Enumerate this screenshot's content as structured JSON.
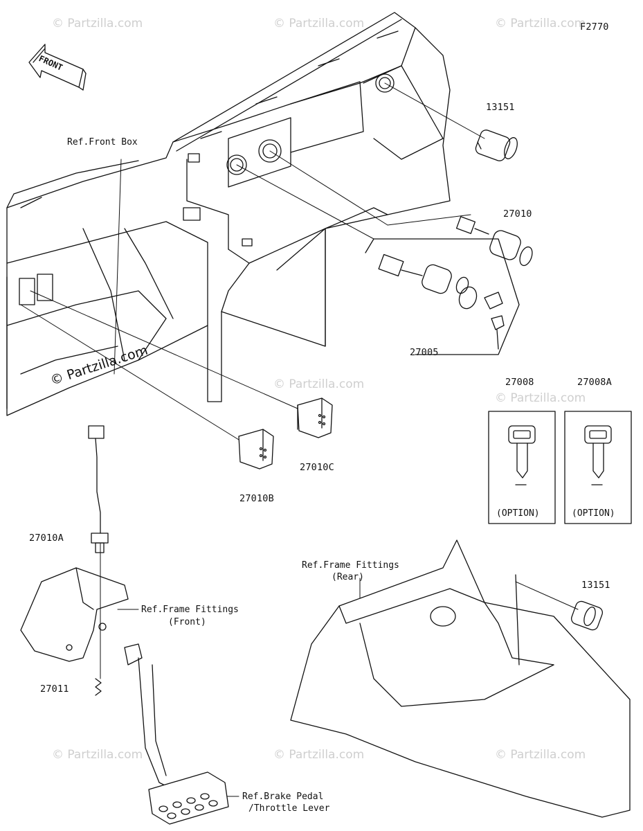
{
  "figure_code": "F2770",
  "front_label": "FRONT",
  "watermark": "© Partzilla.com",
  "watermark_main": "© Partzilla.com",
  "parts": {
    "p13151_a": "13151",
    "p27010": "27010",
    "p27005": "27005",
    "p27008": "27008",
    "p27008A": "27008A",
    "p27010C": "27010C",
    "p27010B": "27010B",
    "p27010A": "27010A",
    "p27011": "27011",
    "p13151_b": "13151"
  },
  "option_label": "(OPTION)",
  "refs": {
    "front_box": "Ref.Front Box",
    "frame_front_1": "Ref.Frame Fittings",
    "frame_front_2": "(Front)",
    "frame_rear_1": "Ref.Frame Fittings",
    "frame_rear_2": "(Rear)",
    "brake_1": "Ref.Brake Pedal",
    "brake_2": "/Throttle Lever"
  }
}
